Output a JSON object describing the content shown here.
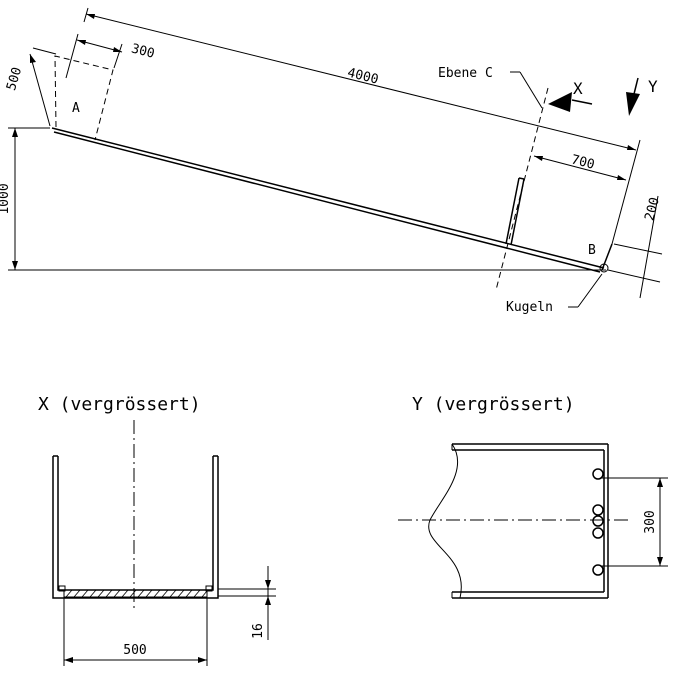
{
  "main_view": {
    "dim_length": "4000",
    "dim_top": "300",
    "dim_rise_a": "500",
    "dim_height": "1000",
    "dim_end": "700",
    "dim_end_b": "200",
    "label_a": "A",
    "label_b": "B",
    "plane_label": "Ebene C",
    "arrow_x_label": "X",
    "arrow_y_label": "Y",
    "balls_label": "Kugeln"
  },
  "detail_x": {
    "title": "X (vergrössert)",
    "dim_width": "500",
    "dim_thickness": "16"
  },
  "detail_y": {
    "title": "Y (vergrössert)",
    "dim_spacing": "300"
  }
}
